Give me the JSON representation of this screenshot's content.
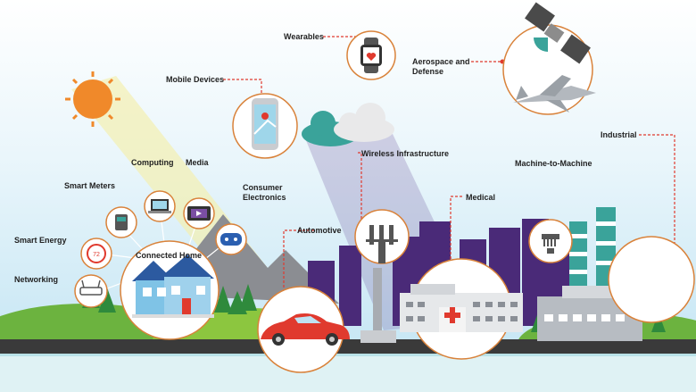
{
  "labels": {
    "wearables": "Wearables",
    "aerospace": "Aerospace and Defense",
    "mobile_devices": "Mobile Devices",
    "industrial": "Industrial",
    "wireless_infrastructure": "Wireless Infrastructure",
    "machine_to_machine": "Machine-to-Machine",
    "computing": "Computing",
    "media": "Media",
    "smart_meters": "Smart Meters",
    "consumer_electronics": "Consumer Electronics",
    "medical": "Medical",
    "automotive": "Automotive",
    "smart_energy": "Smart Energy",
    "connected_home": "Connected Home",
    "networking": "Networking"
  },
  "thermostat_value": "72",
  "colors": {
    "accent_red": "#e03a2e",
    "sky": "#bfe3f3",
    "building_purple": "#4a2a78",
    "teal": "#3aa39a",
    "hill_green": "#6cb33f",
    "ground": "#3a3a3a",
    "circle_border": "#d9823a"
  }
}
